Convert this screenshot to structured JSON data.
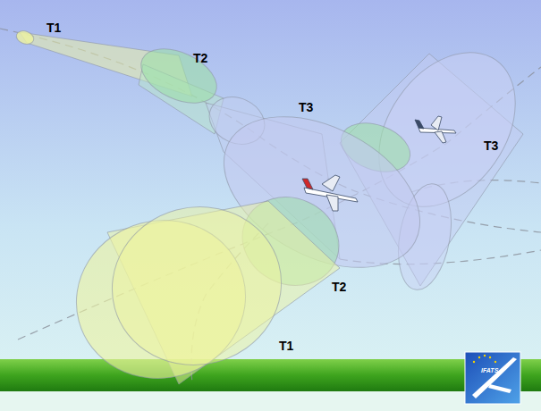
{
  "diagram": {
    "labels": [
      "T1",
      "T2",
      "T3",
      "T3",
      "T2",
      "T1",
      "IFATS"
    ]
  }
}
